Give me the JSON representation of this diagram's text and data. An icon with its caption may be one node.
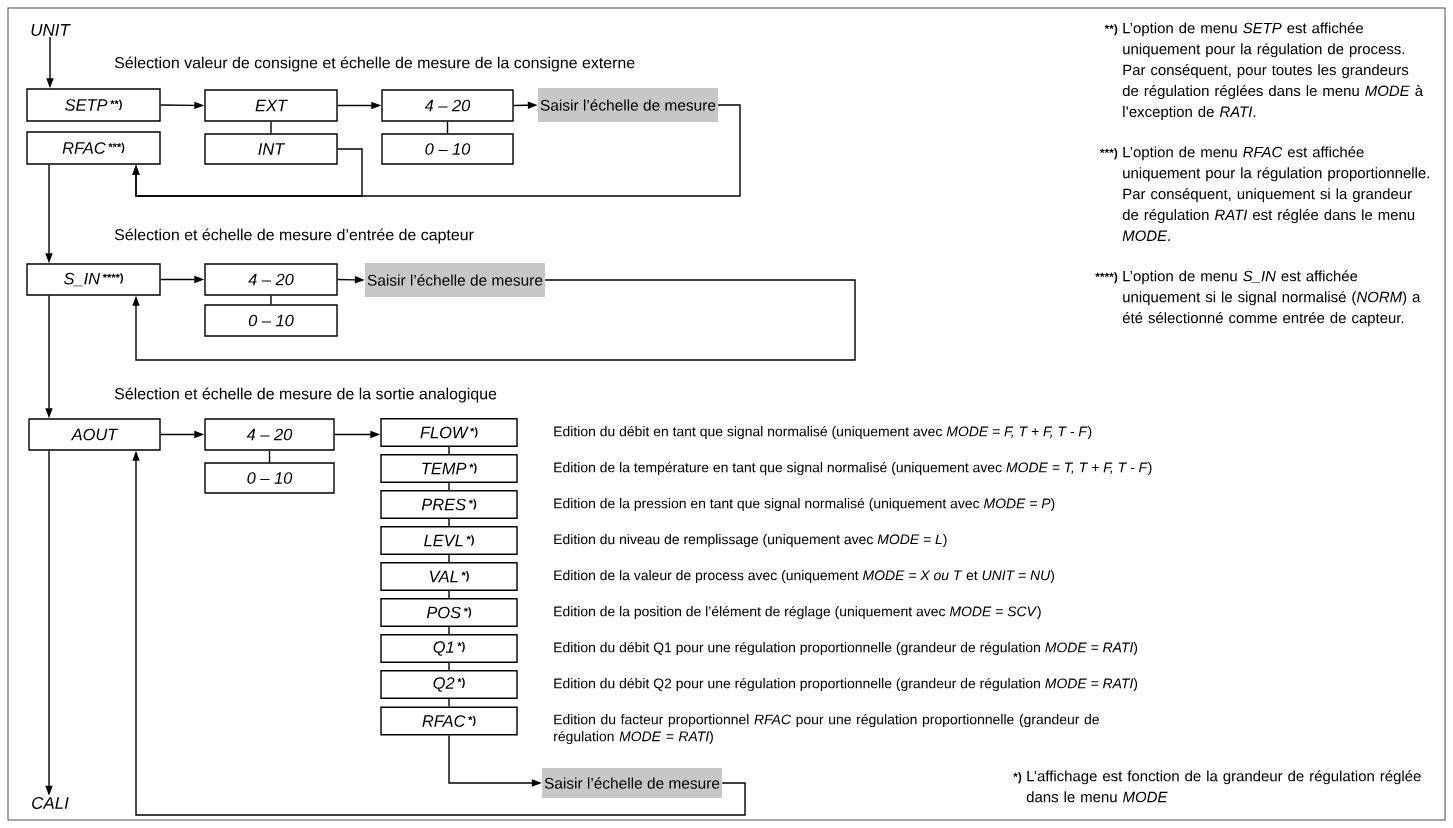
{
  "diagram": {
    "nodes": [
      {
        "text": [
          "UNIT"
        ]
      },
      {
        "text": [
          "SETP",
          "**)"
        ]
      },
      {
        "text": [
          "RFAC",
          "***)"
        ]
      },
      {
        "text": [
          "EXT"
        ]
      },
      {
        "text": [
          "INT"
        ]
      },
      {
        "text": [
          "4 – 20"
        ]
      },
      {
        "text": [
          "0 – 10"
        ]
      },
      {
        "text": [
          "Saisir l’échelle de mesure"
        ]
      },
      {
        "text": [
          "S_IN",
          "****)"
        ]
      },
      {
        "text": [
          "4 – 20"
        ]
      },
      {
        "text": [
          "0 – 10"
        ]
      },
      {
        "text": [
          "Saisir l’échelle de mesure"
        ]
      },
      {
        "text": [
          "AOUT"
        ]
      },
      {
        "text": [
          "4 – 20"
        ]
      },
      {
        "text": [
          "0 – 10"
        ]
      },
      {
        "text": [
          "FLOW",
          "*)"
        ],
        "beside": [
          "Edition du débit en tant que signal normalisé (uniquement avec *MODE = F, T + F, T - F*)"
        ]
      },
      {
        "text": [
          "TEMP",
          "*)"
        ],
        "beside": [
          "Edition de la température en tant que signal normalisé (uniquement avec *MODE = T, T + F, T - F*)"
        ]
      },
      {
        "text": [
          "PRES",
          "*)"
        ],
        "beside": [
          "Edition de la pression en tant que signal normalisé (uniquement avec *MODE = P*)"
        ]
      },
      {
        "text": [
          "LEVL",
          "*)"
        ],
        "beside": [
          "Edition du niveau de remplissage (uniquement avec *MODE = L*)"
        ]
      },
      {
        "text": [
          "VAL",
          "*)"
        ],
        "beside": [
          "Edition de la valeur de process avec (uniquement *MODE = X ou T* et *UNIT = NU*)"
        ]
      },
      {
        "text": [
          "POS",
          "*)"
        ],
        "beside": [
          "Edition de la position de l’élément de réglage (uniquement avec *MODE = SCV*)"
        ]
      },
      {
        "text": [
          "Q1",
          "*)"
        ],
        "beside": [
          "Edition du débit Q1 pour une régulation proportionnelle (grandeur de régulation *MODE = RATI*)"
        ]
      },
      {
        "text": [
          "Q2",
          "*)"
        ],
        "beside": [
          "Edition du débit Q2 pour une régulation proportionnelle (grandeur de régulation *MODE = RATI*)"
        ]
      },
      {
        "text": [
          "RFAC",
          "*)"
        ],
        "beside": [
          "Edition du facteur proportionnel *RFAC* pour une régulation proportionnelle (grandeur de régulation *MODE = RATI*)"
        ]
      },
      {
        "text": [
          "Saisir l’échelle de mesure"
        ]
      },
      {
        "text": [
          "CALI"
        ]
      }
    ],
    "edges": [
      {
        "from": 0,
        "to": 1,
        "arrow": "to"
      },
      {
        "from": 1,
        "to": 3,
        "arrow": "to"
      },
      {
        "from": 3,
        "to": 4,
        "arrow": "none"
      },
      {
        "from": 3,
        "to": 5,
        "arrow": "to"
      },
      {
        "from": 5,
        "to": 6,
        "arrow": "none"
      },
      {
        "from": 5,
        "to": 7,
        "arrow": "to"
      },
      {
        "from": 7,
        "to": 2,
        "arrow": "to"
      },
      {
        "from": 4,
        "to": 2,
        "arrow": "to"
      },
      {
        "from": 2,
        "to": 8,
        "arrow": "to"
      },
      {
        "from": 8,
        "to": 9,
        "arrow": "to"
      },
      {
        "from": 9,
        "to": 10,
        "arrow": "none"
      },
      {
        "from": 9,
        "to": 11,
        "arrow": "to"
      },
      {
        "from": 11,
        "to": 8,
        "arrow": "to"
      },
      {
        "from": 8,
        "to": 12,
        "arrow": "to"
      },
      {
        "from": 12,
        "to": 13,
        "arrow": "to"
      },
      {
        "from": 13,
        "to": 14,
        "arrow": "none"
      },
      {
        "from": 13,
        "to": 15,
        "arrow": "to"
      },
      {
        "from": 15,
        "to": 16,
        "arrow": "none"
      },
      {
        "from": 16,
        "to": 17,
        "arrow": "none"
      },
      {
        "from": 17,
        "to": 18,
        "arrow": "none"
      },
      {
        "from": 18,
        "to": 19,
        "arrow": "none"
      },
      {
        "from": 19,
        "to": 20,
        "arrow": "none"
      },
      {
        "from": 20,
        "to": 21,
        "arrow": "none"
      },
      {
        "from": 21,
        "to": 22,
        "arrow": "none"
      },
      {
        "from": 22,
        "to": 23,
        "arrow": "none"
      },
      {
        "from": 23,
        "to": 24,
        "arrow": "to"
      },
      {
        "from": 24,
        "to": 12,
        "arrow": "to"
      },
      {
        "from": 12,
        "to": 25,
        "arrow": "to"
      }
    ],
    "labels": [
      "**)",
      "L’option de menu *SETP* est affichée uniquement pour la régulation de process. Par conséquent, pour toutes les grandeurs de régulation réglées dans le menu *MODE* à l’exception de *RATI*.",
      "Sélection valeur de consigne et échelle de mesure de la consigne externe",
      "***)",
      "L’option de menu *RFAC* est affichée uniquement pour la régulation proportionnelle. Par conséquent, uniquement si la grandeur de régulation *RATI* est réglée dans le menu *MODE*.",
      "Sélection et échelle de mesure d’entrée de capteur",
      "****)",
      "L’option de menu *S_IN* est affichée uniquement si le signal normalisé (*NORM*) a été sélectionné comme entrée de capteur.",
      "Sélection et échelle de mesure de la sortie analogique",
      "*)",
      "L’affichage est fonction de la grandeur de régulation réglée dans le menu *MODE*"
    ]
  }
}
